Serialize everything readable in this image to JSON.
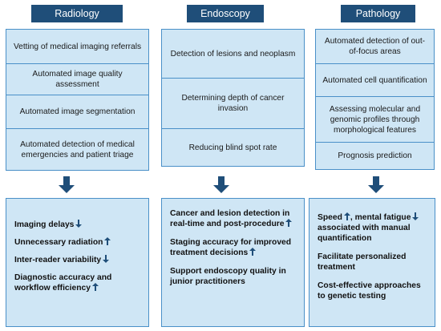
{
  "columns": [
    {
      "header": "Radiology",
      "tasks": [
        "Vetting of medical imaging referrals",
        "Automated image quality assessment",
        "Automated image segmentation",
        "Automated detection of medical emergencies and patient triage"
      ],
      "outcomes": [
        {
          "text": "Imaging delays",
          "arrow": "down"
        },
        {
          "text": "Unnecessary radiation",
          "arrow": "up"
        },
        {
          "text": "Inter-reader variability",
          "arrow": "down"
        },
        {
          "text": "Diagnostic accuracy and workflow efficiency",
          "arrow": "up"
        }
      ]
    },
    {
      "header": "Endoscopy",
      "tasks": [
        "Detection of lesions and neoplasm",
        "Determining depth of cancer invasion",
        "Reducing blind spot rate"
      ],
      "outcomes": [
        {
          "text": "Cancer and lesion detection in real-time and post-procedure",
          "arrow": "up"
        },
        {
          "text": "Staging accuracy for improved treatment decisions",
          "arrow": "up"
        },
        {
          "text": "Support endoscopy quality in junior practitioners",
          "arrow": ""
        }
      ]
    },
    {
      "header": "Pathology",
      "tasks": [
        "Automated detection of out-of-focus areas",
        "Automated cell quantification",
        "Assessing molecular and genomic profiles through morphological features",
        "Prognosis prediction"
      ],
      "outcomes": [
        {
          "text": "Speed",
          "arrow": "up",
          "text2": ", mental fatigue",
          "arrow2": "down",
          "text3": " associated with manual quantification"
        },
        {
          "text": "Facilitate personalized treatment",
          "arrow": ""
        },
        {
          "text": "Cost-effective approaches to genetic testing",
          "arrow": ""
        }
      ]
    }
  ],
  "colors": {
    "header_bg": "#1f4e79",
    "box_bg": "#cfe6f5",
    "box_border": "#4a90c8",
    "arrow": "#1f4e79"
  }
}
